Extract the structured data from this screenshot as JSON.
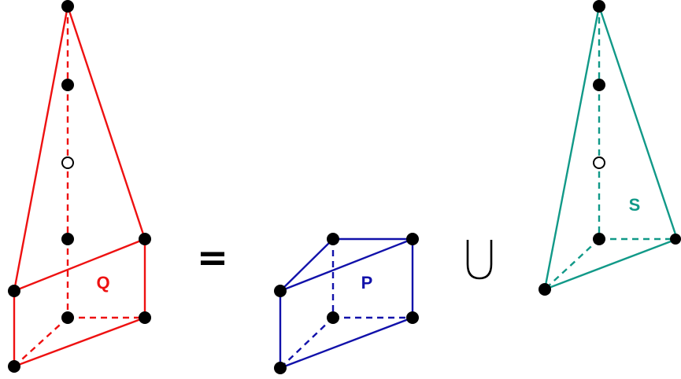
{
  "figure": {
    "left_polytope": {
      "label": "Q",
      "color": "#ee1111"
    },
    "equals_symbol": "=",
    "middle_polytope": {
      "label": "P",
      "color": "#1111aa"
    },
    "union_symbol": "⋃",
    "right_polytope": {
      "label": "S",
      "color": "#119988"
    },
    "vertex_fill": "#000000"
  }
}
